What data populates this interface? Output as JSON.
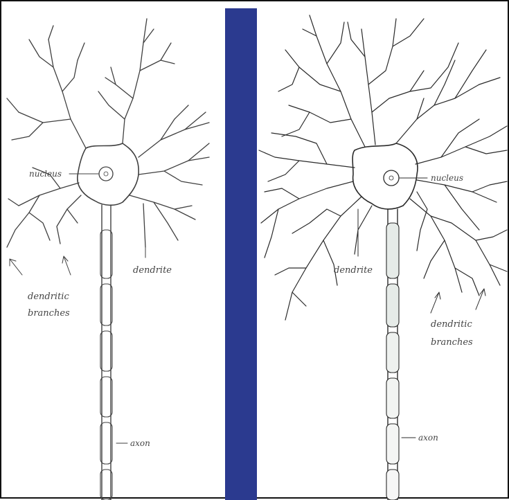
{
  "colors": {
    "divider": "#2b3a8f",
    "ink": "#3f3f3f",
    "background": "#ffffff",
    "border": "#111111"
  },
  "left_neuron": {
    "nucleus_label": "nucleus",
    "dendrite_label": "dendrite",
    "branches_label_line1": "dendritic",
    "branches_label_line2": "branches",
    "axon_label": "axon"
  },
  "right_neuron": {
    "nucleus_label": "nucleus",
    "dendrite_label": "dendrite",
    "branches_label_line1": "dendritic",
    "branches_label_line2": "branches",
    "axon_label": "axon"
  }
}
